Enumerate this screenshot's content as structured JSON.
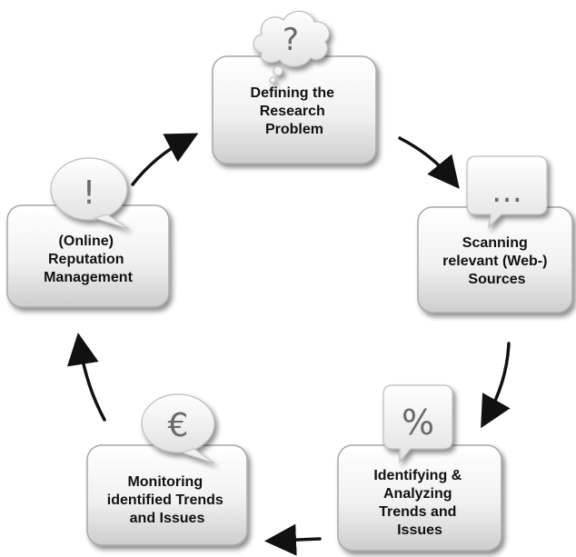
{
  "cycle": {
    "steps": [
      {
        "label_lines": [
          "Defining the",
          "Research",
          "Problem"
        ],
        "icon": "question-mark-thought-bubble-icon",
        "icon_text": "?"
      },
      {
        "label_lines": [
          "Scanning",
          "relevant  (Web-)",
          "Sources"
        ],
        "icon": "ellipsis-speech-bubble-icon",
        "icon_text": "…"
      },
      {
        "label_lines": [
          "Identifying &",
          "Analyzing",
          "Trends and",
          "Issues"
        ],
        "icon": "percent-speech-bubble-icon",
        "icon_text": "%"
      },
      {
        "label_lines": [
          "Monitoring",
          "identified Trends",
          "and Issues"
        ],
        "icon": "euro-speech-bubble-icon",
        "icon_text": "€"
      },
      {
        "label_lines": [
          "(Online)",
          "Reputation",
          "Management"
        ],
        "icon": "exclamation-speech-bubble-icon",
        "icon_text": "!"
      }
    ]
  },
  "colors": {
    "box_top": "#ffffff",
    "box_bottom": "#cfcfcf",
    "box_border": "#a8a8a8",
    "bubble_fill": "#f2f2f2",
    "bubble_stroke": "#bdbdbd",
    "arrow": "#111111",
    "text": "#111111"
  }
}
